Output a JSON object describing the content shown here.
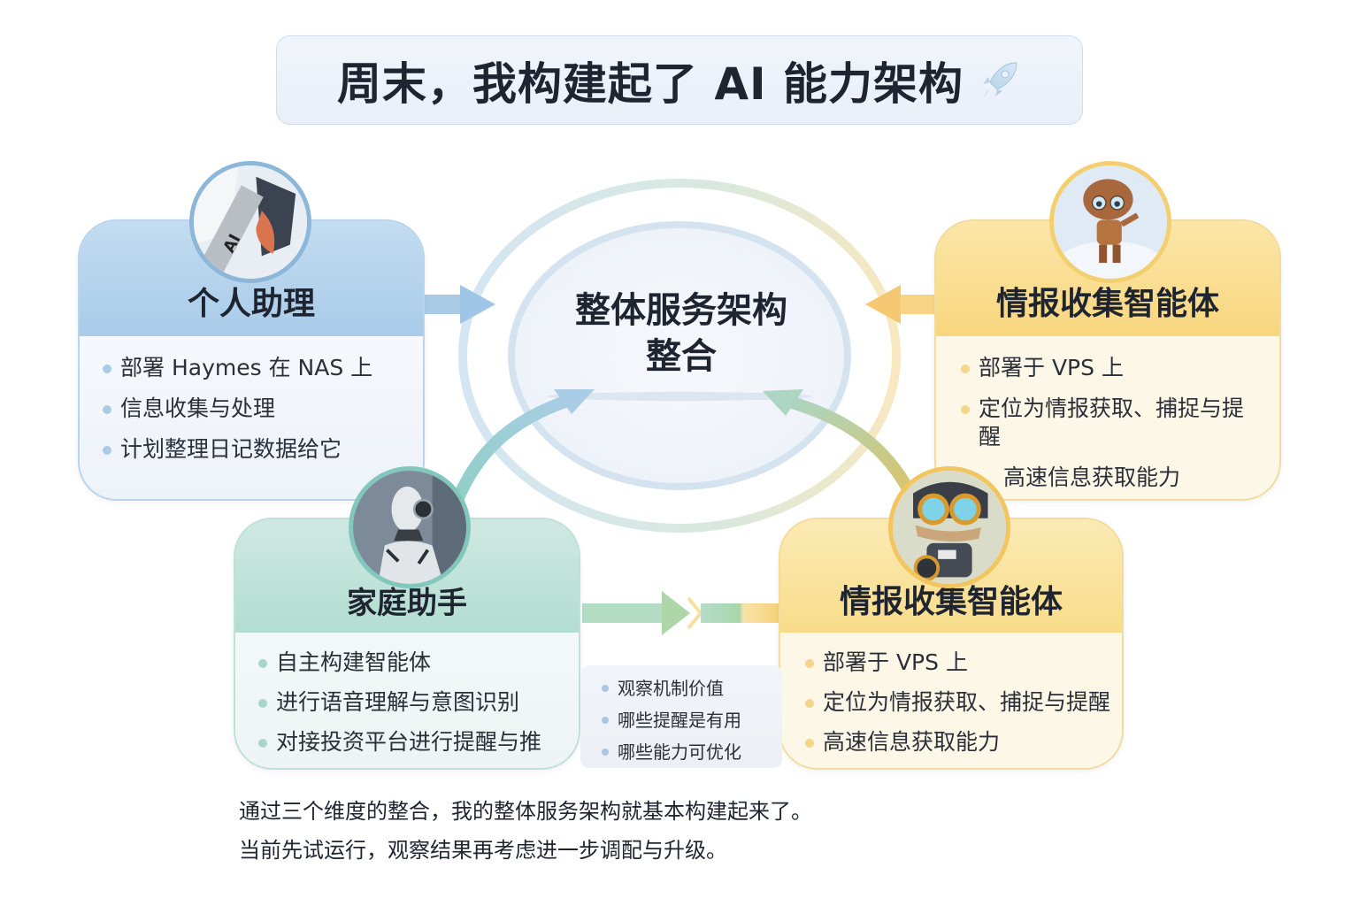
{
  "title": {
    "text": "周末，我构建起了 AI 能力架构",
    "icon": "rocket-icon"
  },
  "center": {
    "line1": "整体服务架构",
    "line2": "整合"
  },
  "cards": {
    "personal": {
      "title": "个人助理",
      "avatar": "robot-avatar-ai",
      "color": "#a9cbe9",
      "items": [
        "部署 Haymes 在 NAS 上",
        "信息收集与处理",
        "计划整理日记数据给它"
      ]
    },
    "intel_top": {
      "title": "情报收集智能体",
      "avatar": "robot-avatar-bronze",
      "color": "#f8d67e",
      "items": [
        "部署于 VPS 上",
        "定位为情报获取、捕捉与提醒",
        "高速信息获取能力"
      ]
    },
    "home": {
      "title": "家庭助手",
      "avatar": "robot-avatar-humanoid",
      "color": "#b3ddd1",
      "items": [
        "自主构建智能体",
        "进行语音理解与意图识别",
        "对接投资平台进行提醒与推"
      ]
    },
    "intel_bottom": {
      "title": "情报收集智能体",
      "avatar": "robot-avatar-goggles",
      "color": "#f8dc8a",
      "items": [
        "部署于 VPS 上",
        "定位为情报获取、捕捉与提醒",
        "高速信息获取能力"
      ]
    }
  },
  "mini_panel": {
    "items": [
      "观察机制价值",
      "哪些提醒是有用",
      "哪些能力可优化"
    ]
  },
  "footer": {
    "line1": "通过三个维度的整合，我的整体服务架构就基本构建起来了。",
    "line2": "当前先试运行，观察结果再考虑进一步调配与升级。"
  },
  "colors": {
    "blue": "#a9cbe9",
    "green": "#b3ddd1",
    "yellow": "#f8d67e",
    "text": "#1e2430"
  }
}
